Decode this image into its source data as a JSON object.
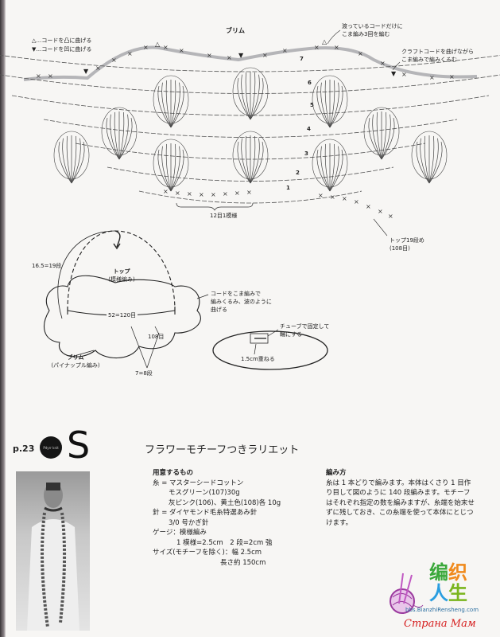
{
  "diagram": {
    "title": "ブリム",
    "legend": [
      "△…コードを凸に曲げる",
      "▼…コードを凹に曲げる"
    ],
    "note_top_right": [
      "渡っているコードだけに",
      "こま編み3回を編む"
    ],
    "note_right": [
      "クラフトコードを曲げながら",
      "こま編みで編みくるむ"
    ],
    "row_numbers": [
      "7",
      "6",
      "5",
      "4",
      "3",
      "2",
      "1"
    ],
    "repeat_label": "12目1模様",
    "top_row_label": [
      "トップ19段め",
      "(108目)"
    ]
  },
  "hat": {
    "height_label": "16.5=19段",
    "top_label": "トップ",
    "top_sub": "(模様編み)",
    "cord_note": [
      "コードをこま編みで",
      "編みくるみ、波のように",
      "曲げる"
    ],
    "circ_label": "52=120目",
    "brim_stitches": "108目",
    "brim_label": "ブリム",
    "brim_sub": "(パイナップル編み)",
    "brim_rows": "7=8段",
    "tube_note": [
      "チューブで固定して",
      "輪にする"
    ],
    "overlap_label": "1.5cm重ねる"
  },
  "pattern": {
    "page_ref": "p.23",
    "badge_text": "Pdyrr knit",
    "letter": "S",
    "title": "フラワーモチーフつきラリエット",
    "materials_heading": "用意するもの",
    "materials": [
      "糸 = マスターシードコットン",
      "モスグリーン(107)30g",
      "灰ピンク(106)、黄土色(108)各 10g",
      "針 = ダイヤモンド毛糸特選あみ針",
      "3/0 号かぎ針",
      "ゲージ：模様編み",
      "1 模様=2.5cm　2 段=2cm 強",
      "サイズ(モチーフを除く)：幅 2.5cm",
      "長さ約 150cm"
    ],
    "method_heading": "編み方",
    "method": [
      "糸は 1 本どりで編みます。本体はくさり 1 目作",
      "り目して図のように 140 段編みます。モチーフ",
      "はそれぞれ指定の数を編みますが、糸端を始末せ",
      "ずに残しておき、この糸端を使って本体にとじつ",
      "けます。"
    ]
  },
  "watermark": {
    "chars": [
      "编",
      "织",
      "人",
      "生"
    ],
    "site": "bbs.BianzhiRensheng.com",
    "tag": "Страна Мам",
    "colors": [
      "#3aa83a",
      "#f08a1c",
      "#2a9ee0",
      "#7ab51d"
    ]
  }
}
